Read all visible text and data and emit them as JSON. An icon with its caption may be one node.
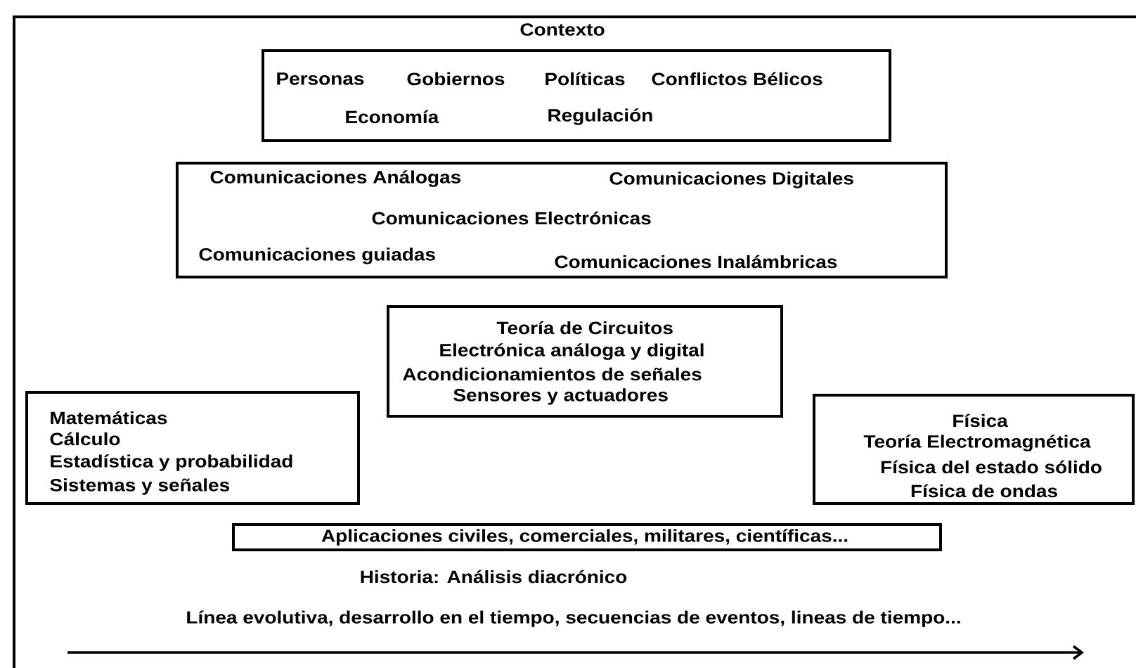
{
  "diagram": {
    "nodes": [
      {
        "text": [
          "Contexto"
        ]
      },
      {
        "text": [
          "Personas",
          "Gobiernos",
          "Políticas",
          "Conflictos Bélicos",
          "Economía",
          "Regulación"
        ],
        "in": 0
      },
      {
        "text": [
          "Comunicaciones Análogas",
          "Comunicaciones Digitales",
          "Comunicaciones Electrónicas",
          "Comunicaciones guiadas",
          "Comunicaciones Inalámbricas"
        ],
        "in": 0
      },
      {
        "text": [
          "Teoría de Circuitos",
          "Electrónica análoga y digital",
          "Acondicionamientos de señales",
          "Sensores y actuadores"
        ],
        "in": 0
      },
      {
        "text": [
          "Matemáticas",
          "Cálculo",
          "Estadística y probabilidad",
          "Sistemas y señales"
        ],
        "in": 0
      },
      {
        "text": [
          "Física",
          "Teoría Electromagnética",
          "Física del estado sólido",
          "Física de ondas"
        ],
        "in": 0
      },
      {
        "text": [
          "Aplicaciones civiles, comerciales, militares, científicas..."
        ],
        "in": 0
      }
    ],
    "labels": [
      "Historia: Análisis diacrónico",
      "Línea evolutiva, desarrollo en el tiempo, secuencias de eventos, lineas de tiempo..."
    ]
  }
}
